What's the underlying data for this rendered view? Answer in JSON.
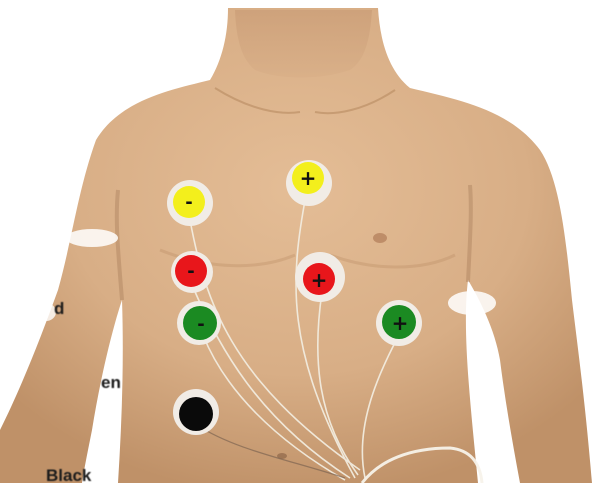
{
  "labels": {
    "partial_1": "d",
    "partial_2": "en",
    "partial_3": "Black"
  },
  "electrodes": [
    {
      "name": "yellow-negative",
      "color": "#f3ef1c",
      "sign": "-"
    },
    {
      "name": "yellow-positive",
      "color": "#f3ef1c",
      "sign": "+"
    },
    {
      "name": "red-negative",
      "color": "#e8161b",
      "sign": "-"
    },
    {
      "name": "red-positive",
      "color": "#e8161b",
      "sign": "+"
    },
    {
      "name": "green-negative",
      "color": "#1b8a22",
      "sign": "-"
    },
    {
      "name": "green-positive",
      "color": "#1b8a22",
      "sign": "+"
    },
    {
      "name": "black-ground",
      "color": "#0a0a0a",
      "sign": ""
    }
  ],
  "colors": {
    "skin": "#d9b088",
    "skin_shadow": "#b98d63",
    "background": "#ffffff",
    "lead_wire": "#f4efe2"
  }
}
